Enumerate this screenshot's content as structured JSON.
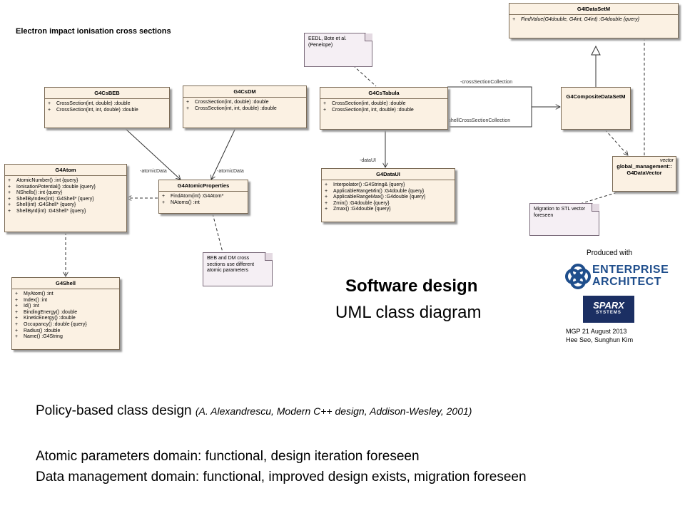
{
  "title": "Electron impact ionisation cross sections",
  "classes": {
    "g4ldataset": {
      "name": "G4IDataSetM",
      "ops": [
        {
          "vis": "+",
          "sig": "FindValue(G4double, G4int, G4int) :G4double {query}"
        }
      ]
    },
    "composite": {
      "name": "G4CompositeDataSetM",
      "ops": []
    },
    "vector": {
      "stereotype": "vector",
      "name_line1": "global_management::",
      "name_line2": "G4DataVector"
    },
    "csbeb": {
      "name": "G4CsBEB",
      "ops": [
        {
          "vis": "+",
          "sig": "CrossSection(int, double) :double"
        },
        {
          "vis": "+",
          "sig": "CrossSection(int, int, double) :double"
        }
      ]
    },
    "csdm": {
      "name": "G4CsDM",
      "ops": [
        {
          "vis": "+",
          "sig": "CrossSection(int, double) :double"
        },
        {
          "vis": "+",
          "sig": "CrossSection(int, int, double) :double"
        }
      ]
    },
    "cstabula": {
      "name": "G4CsTabula",
      "ops": [
        {
          "vis": "+",
          "sig": "CrossSection(int, double) :double"
        },
        {
          "vis": "+",
          "sig": "CrossSection(int, int, double) :double"
        }
      ]
    },
    "atom": {
      "name": "G4Atom",
      "ops": [
        {
          "vis": "+",
          "sig": "AtomicNumber() :int {query}"
        },
        {
          "vis": "+",
          "sig": "IonisationPotential() :double {query}"
        },
        {
          "vis": "+",
          "sig": "NShells() :int {query}"
        },
        {
          "vis": "+",
          "sig": "ShellByIndex(int) :G4Shell* {query}"
        },
        {
          "vis": "+",
          "sig": "Shell(int) :G4Shell* {query}"
        },
        {
          "vis": "+",
          "sig": "ShellById(int) :G4Shell* {query}"
        }
      ]
    },
    "atomicprops": {
      "name": "G4AtomicProperties",
      "ops": [
        {
          "vis": "+",
          "sig": "FindAtom(int) :G4Atom*"
        },
        {
          "vis": "+",
          "sig": "NAtoms() :int"
        }
      ]
    },
    "dataui": {
      "name": "G4DataUI",
      "ops": [
        {
          "vis": "+",
          "sig": "Interpolator() :G4String& {query}"
        },
        {
          "vis": "+",
          "sig": "ApplicableRangeMin() :G4double {query}"
        },
        {
          "vis": "+",
          "sig": "ApplicableRangeMax() :G4double {query}"
        },
        {
          "vis": "+",
          "sig": "Zmin() :G4double {query}"
        },
        {
          "vis": "+",
          "sig": "Zmax() :G4double {query}"
        }
      ]
    },
    "shell": {
      "name": "G4Shell",
      "ops": [
        {
          "vis": "+",
          "sig": "MyAtom() :int"
        },
        {
          "vis": "+",
          "sig": "Index() :int"
        },
        {
          "vis": "+",
          "sig": "Id() :int"
        },
        {
          "vis": "+",
          "sig": "BindingEnergy() :double"
        },
        {
          "vis": "+",
          "sig": "KineticEnergy() :double"
        },
        {
          "vis": "+",
          "sig": "Occupancy() :double {query}"
        },
        {
          "vis": "+",
          "sig": "Radius() :double"
        },
        {
          "vis": "+",
          "sig": "Name() :G4String"
        }
      ]
    }
  },
  "notes": {
    "eedl": [
      "EEDL, Bote et al.",
      "(Penelope)"
    ],
    "beb_dm": [
      "BEB and DM cross",
      "sections use different",
      "atomic parameters"
    ],
    "migration": [
      "Migration to STL vector",
      "foreseen"
    ]
  },
  "roles": {
    "cross_section_collection": "-crossSectionCollection",
    "shell_cross_section_collection": "-shellCrossSectionCollection",
    "data_ui": "-dataUI",
    "atomic_data_1": "-atomicData",
    "atomic_data_2": "-atomicData"
  },
  "heading_line1": "Software design",
  "heading_line2": "UML class diagram",
  "produced_with": "Produced with",
  "logo": {
    "enterprise": "ENTERPRISE",
    "architect": "ARCHITECT",
    "sparx": "SPARX",
    "systems": "SYSTEMS"
  },
  "credit": {
    "line1": "MGP 21 August 2013",
    "line2": "Hee Seo, Sunghun Kim"
  },
  "policy": {
    "text": "Policy-based class design ",
    "ref": "(A. Alexandrescu, Modern C++ design, Addison-Wesley, 2001)"
  },
  "domains": [
    "Atomic parameters domain: functional, design iteration foreseen",
    "Data management domain: functional, improved design exists, migration foreseen"
  ],
  "colors": {
    "class_fill": "#fbf1e3",
    "note_fill": "#f5eff4",
    "sparx_bg": "#1b2f63",
    "ea_blue": "#1f4e8c"
  }
}
